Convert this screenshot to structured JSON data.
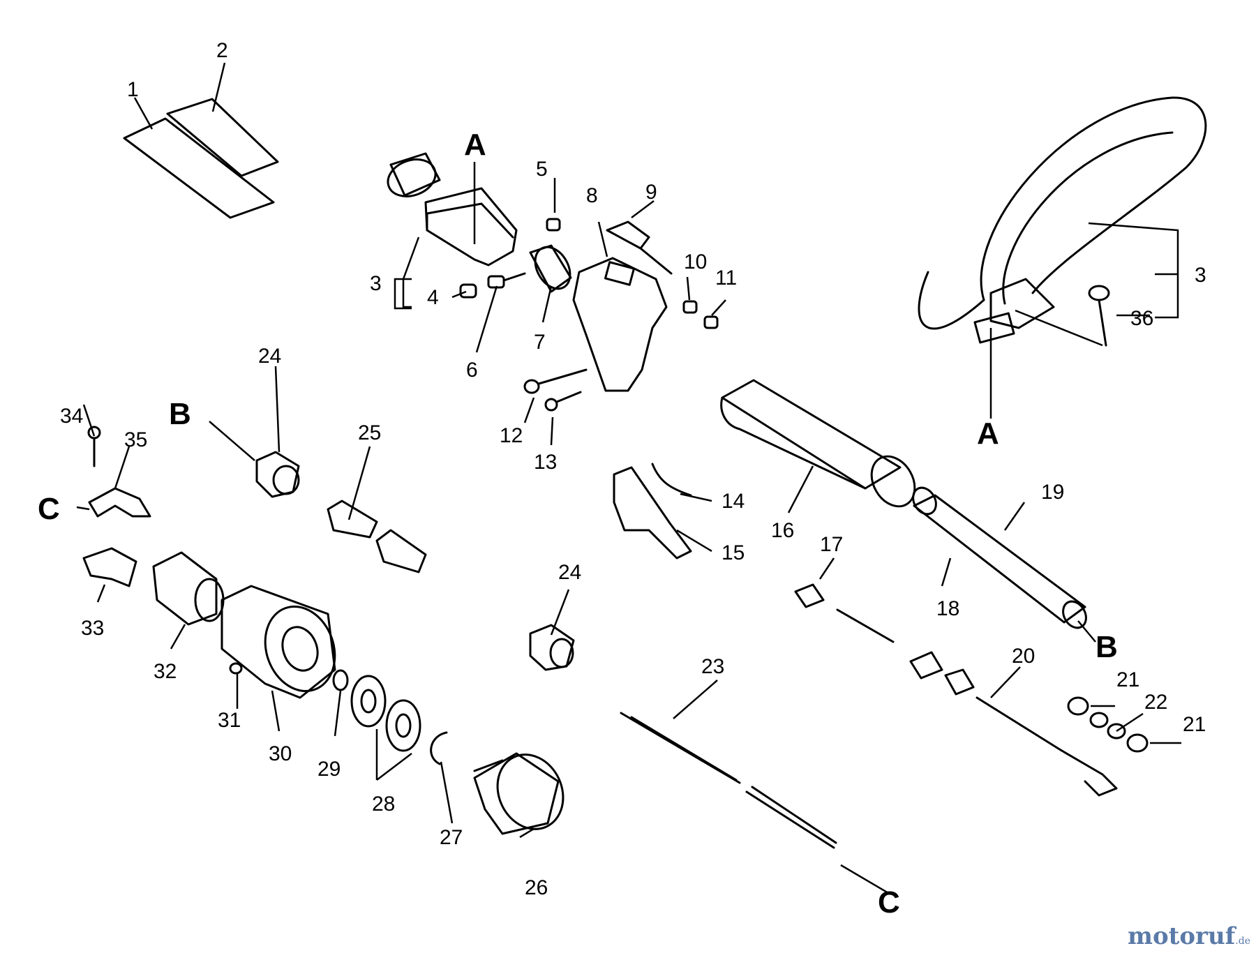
{
  "callouts": {
    "n1": "1",
    "n2": "2",
    "n3": "3",
    "n4": "4",
    "n5": "5",
    "n6": "6",
    "n7": "7",
    "n8": "8",
    "n9": "9",
    "n10": "10",
    "n11": "11",
    "n12": "12",
    "n13": "13",
    "n14": "14",
    "n15": "15",
    "n16": "16",
    "n17": "17",
    "n18": "18",
    "n19": "19",
    "n20": "20",
    "n21": "21",
    "n22": "22",
    "n23": "23",
    "n24": "24",
    "n25": "25",
    "n26": "26",
    "n27": "27",
    "n28": "28",
    "n29": "29",
    "n30": "30",
    "n31": "31",
    "n32": "32",
    "n33": "33",
    "n34": "34",
    "n35": "35",
    "n36": "36",
    "A": "A",
    "B": "B",
    "C": "C"
  },
  "watermark": {
    "main": "motoruf",
    "tld": ".de"
  }
}
